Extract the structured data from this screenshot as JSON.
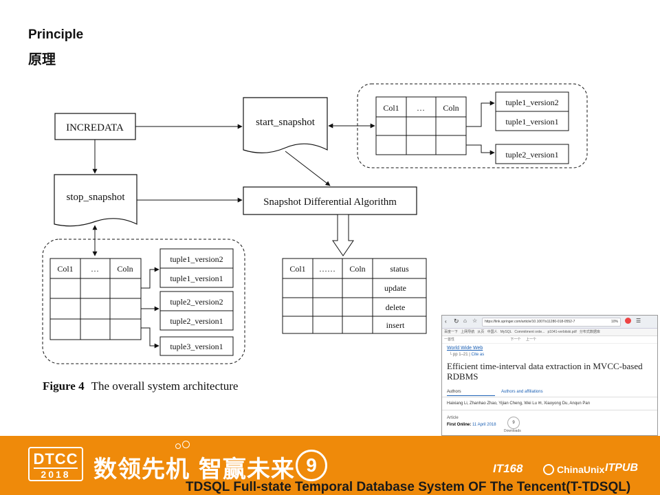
{
  "slide": {
    "heading_en": "Principle",
    "heading_zh": "原理",
    "footer_title": "TDSQL Full-state Temporal Database System OF The Tencent(T-TDSQL)"
  },
  "diagram": {
    "incredata": "INCREDATA",
    "start_snapshot": "start_snapshot",
    "stop_snapshot": "stop_snapshot",
    "algorithm": "Snapshot Differential Algorithm",
    "top_table_headers": [
      "Col1",
      "…",
      "Coln"
    ],
    "top_versions": [
      "tuple1_version2",
      "tuple1_version1",
      "tuple2_version1"
    ],
    "bottom_table_headers": [
      "Col1",
      "…",
      "Coln"
    ],
    "bottom_versions": [
      "tuple1_version2",
      "tuple1_version1",
      "tuple2_version2",
      "tuple2_version1",
      "tuple3_version1"
    ],
    "result_headers": [
      "Col1",
      "……",
      "Coln",
      "status"
    ],
    "result_status": [
      "update",
      "delete",
      "insert"
    ],
    "figure_label": "Figure 4",
    "figure_text": "The overall system architecture"
  },
  "thumbnail": {
    "url": "https://link.springer.com/article/10.1007/s11280-018-0552-7",
    "zoom": "10%",
    "bookmarks": [
      "百度一下",
      "上网导航",
      "从页",
      "中国人",
      "MySQL",
      "Commitment orde...",
      "p1041-verbitski.pdf",
      "分布式数据库"
    ],
    "nav_left": "一首性",
    "nav_right": [
      "下一个",
      "上一个"
    ],
    "journal": "World Wide Web",
    "pages": "pp 1–21",
    "cite": "Cite as",
    "article_title": "Efficient time-interval data extraction in MVCC-based RDBMS",
    "tab_authors": "Authors",
    "tab_affiliations": "Authors and affiliations",
    "authors": "Haixiang Li, Zhanhao Zhao, Yijian Cheng, Wei Lu",
    "authors_more": ", Xiaoyong Du, Anqun Pan",
    "article_label": "Article",
    "first_online_label": "First Online:",
    "first_online_date": "11 April 2018",
    "downloads_count": "9",
    "downloads_label": "Downloads"
  },
  "footer": {
    "logo_top": "DTCC",
    "logo_year": "2018",
    "slogan": "数领先机 智赢未来",
    "edition": "9",
    "sponsors": [
      "IT168",
      "ChinaUnix",
      "ITPUB"
    ]
  },
  "colors": {
    "footer_orange": "#ef8a0a",
    "link_blue": "#1a5fb4"
  }
}
